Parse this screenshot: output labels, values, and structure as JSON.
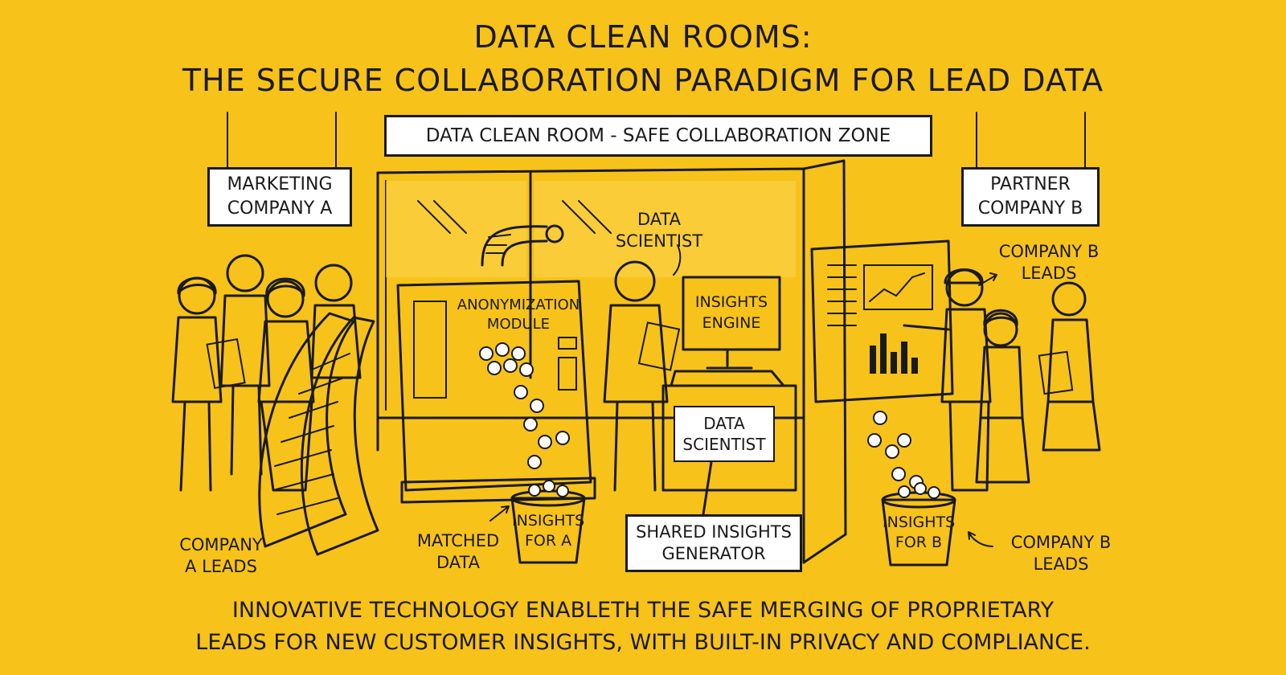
{
  "title": {
    "line1": "DATA CLEAN ROOMS:",
    "line2": "THE SECURE COLLABORATION PARADIGM FOR LEAD DATA"
  },
  "banner": "DATA CLEAN ROOM - SAFE COLLABORATION ZONE",
  "company_a_sign": {
    "line1": "MARKETING",
    "line2": "COMPANY A"
  },
  "company_b_sign": {
    "line1": "PARTNER",
    "line2": "COMPANY B"
  },
  "anonymization_module": {
    "line1": "ANONYMIZATION",
    "line2": "MODULE"
  },
  "insights_engine": {
    "line1": "INSIGHTS",
    "line2": "ENGINE"
  },
  "data_scientist_top": {
    "line1": "DATA",
    "line2": "SCIENTIST"
  },
  "data_scientist_desk": {
    "line1": "DATA",
    "line2": "SCIENTIST"
  },
  "shared_insights": {
    "line1": "SHARED INSIGHTS",
    "line2": "GENERATOR"
  },
  "company_a_leads": {
    "line1": "COMPANY",
    "line2": "A LEADS"
  },
  "company_b_leads_top": {
    "line1": "COMPANY B",
    "line2": "LEADS"
  },
  "company_b_leads_bottom": {
    "line1": "COMPANY B",
    "line2": "LEADS"
  },
  "matched_data": {
    "line1": "MATCHED",
    "line2": "DATA"
  },
  "bucket_a": {
    "line1": "INSIGHTS",
    "line2": "FOR A"
  },
  "bucket_b": {
    "line1": "INSIGHTS",
    "line2": "FOR B"
  },
  "caption": {
    "line1": "INNOVATIVE TECHNOLOGY ENABLETH THE SAFE MERGING OF PROPRIETARY",
    "line2": "LEADS FOR NEW CUSTOMER INSIGHTS, WITH BUILT-IN PRIVACY AND COMPLIANCE."
  },
  "colors": {
    "background": "#f7c21a",
    "ink": "#1a1a1a",
    "panel": "#ffffff"
  }
}
